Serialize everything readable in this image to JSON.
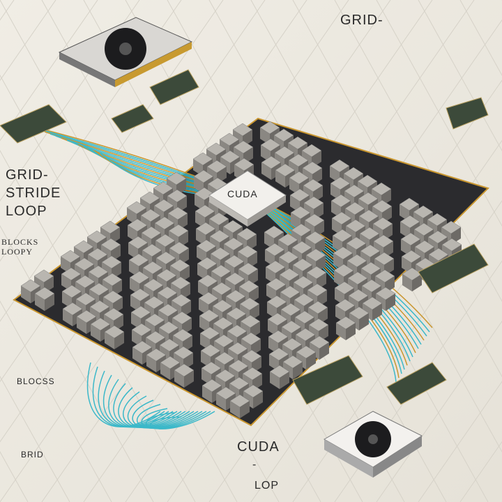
{
  "labels": {
    "top_title": "GRID-",
    "left_title_1": "GRID-",
    "left_title_2": "STRIDE",
    "left_title_3": "LOOP",
    "blocks_1": "BLOCKS",
    "blocks_2": "LOOPY",
    "center_chip": "CUDA",
    "blocks_lower": "BLOCSS",
    "brid": "BRID",
    "cuda_bottom": "CUDA",
    "dash": "-",
    "lop": "LOP"
  },
  "colors": {
    "background": "#ebe8df",
    "board": "#2b2b2e",
    "cube_top": "#b9b6b0",
    "cube_left": "#8a8782",
    "cube_right": "#6d6a66",
    "wire_cyan": "#3bb8c9",
    "wire_gold": "#c9962f"
  }
}
